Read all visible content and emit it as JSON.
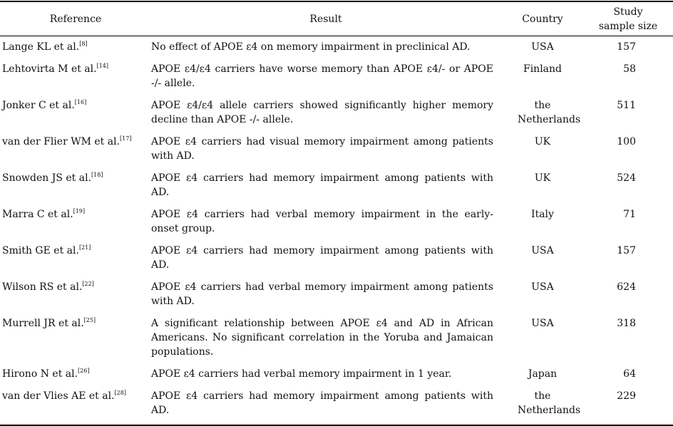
{
  "headers": {
    "reference": "Reference",
    "result": "Result",
    "country": "Country",
    "size": "Study sample size"
  },
  "rows": [
    {
      "ref": "Lange KL et al.",
      "cite": "[8]",
      "result": "No effect of APOE ε4 on memory impairment in preclinical AD.",
      "country": "USA",
      "size": "157"
    },
    {
      "ref": "Lehtovirta M et al.",
      "cite": "[14]",
      "result": "APOE ε4/ε4 carriers have worse memory than APOE ε4/- or APOE -/- allele.",
      "country": "Finland",
      "size": "58"
    },
    {
      "ref": "Jonker C et al.",
      "cite": "[16]",
      "result": "APOE ε4/ε4 allele carriers showed significantly higher memory decline than APOE -/- allele.",
      "country": "the Netherlands",
      "size": "511"
    },
    {
      "ref": "van der Flier WM et al.",
      "cite": "[17]",
      "result": "APOE ε4 carriers had visual memory impairment among patients with AD.",
      "country": "UK",
      "size": "100"
    },
    {
      "ref": "Snowden JS et al.",
      "cite": "[18]",
      "result": "APOE ε4 carriers had memory impairment among patients with AD.",
      "country": "UK",
      "size": "524"
    },
    {
      "ref": "Marra C et al.",
      "cite": "[19]",
      "result": "APOE ε4 carriers had verbal memory impairment in the early-onset group.",
      "country": "Italy",
      "size": "71"
    },
    {
      "ref": "Smith GE et al.",
      "cite": "[21]",
      "result": "APOE ε4 carriers had memory impairment among patients with AD.",
      "country": "USA",
      "size": "157"
    },
    {
      "ref": "Wilson RS et al.",
      "cite": "[22]",
      "result": "APOE ε4 carriers had verbal memory impairment among patients with AD.",
      "country": "USA",
      "size": "624"
    },
    {
      "ref": "Murrell JR et al.",
      "cite": "[25]",
      "result": "A significant relationship between APOE ε4 and AD in African Americans. No significant correlation in the Yoruba and Jamaican populations.",
      "country": "USA",
      "size": "318"
    },
    {
      "ref": "Hirono N et al.",
      "cite": "[26]",
      "result": "APOE ε4 carriers had verbal memory impairment in 1 year.",
      "country": "Japan",
      "size": "64"
    },
    {
      "ref": "van der Vlies AE et al.",
      "cite": "[28]",
      "result": "APOE ε4 carriers had memory impairment among patients with AD.",
      "country": "the Netherlands",
      "size": "229"
    }
  ]
}
